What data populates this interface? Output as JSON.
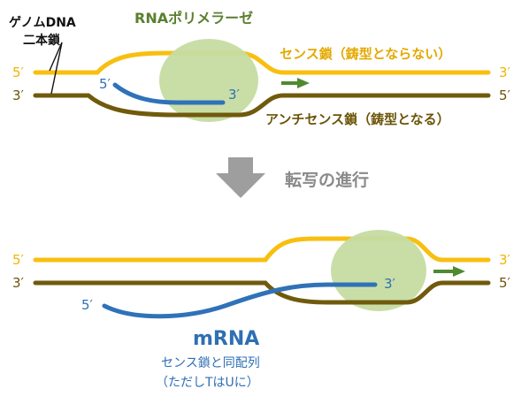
{
  "title_rna_polymerase": "RNAポリメラーゼ",
  "genome_label_line1": "ゲノムDNA",
  "genome_label_line2": "二本鎖",
  "sense_strand_label": "センス鎖（鋳型とならない）",
  "antisense_strand_label": "アンチセンス鎖（鋳型となる）",
  "progress_label": "転写の進行",
  "mrna_label": "mRNA",
  "mrna_note_line1": "センス鎖と同配列",
  "mrna_note_line2": "（ただしTはUに）",
  "end_labels": {
    "top_sense_left": "5′",
    "top_sense_right": "3′",
    "top_anti_left": "3′",
    "top_anti_right": "5′",
    "top_rna_5": "5′",
    "top_rna_3": "3′",
    "bottom_sense_left": "5′",
    "bottom_sense_right": "3′",
    "bottom_anti_left": "3′",
    "bottom_anti_right": "5′",
    "bottom_rna_5": "5′",
    "bottom_rna_3": "3′"
  },
  "colors": {
    "sense_strand": "#f8bf10",
    "antisense_strand": "#705a0c",
    "rna": "#2f72b8",
    "polymerase": "#c6dca2",
    "arrow_green": "#4f8a2f",
    "progress_arrow": "#9e9e9e"
  }
}
